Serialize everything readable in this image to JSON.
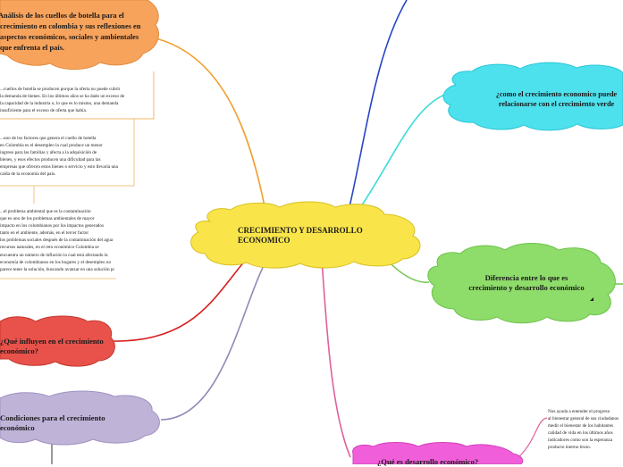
{
  "center": {
    "label": "CRECIMIENTO Y DESARROLLO ECONOMICO",
    "color": "#f9e44a"
  },
  "nodes": {
    "orange": {
      "label": "Análisis de los cuellos de botella para el crecimiento en colombia y sus reflexiones en aspectos económicos, sociales y ambientales que enfrenta el país.",
      "color": "#f7a35c"
    },
    "teal": {
      "label": "¿como el crecimiento economico puede relacionarse con el crecimiento verde",
      "color": "#4de1ee"
    },
    "green": {
      "label": "Diferencia entre lo que es crecimiento y desarrollo económico",
      "color": "#8edc6a"
    },
    "red": {
      "label": "¿Qué influyen en el crecimiento económico?",
      "color": "#e8524a"
    },
    "purple": {
      "label": "Condiciones para el crecimiento económico",
      "color": "#bfb3d8"
    },
    "magenta": {
      "label": "¿Qué es desarrollo económico?",
      "color": "#f05fd9"
    }
  },
  "notes": {
    "note1": "...cuellos de botella se producen porque la oferta no puede cubrir\nla demanda de bienes. En los últimos años se ha dado un exceso de\nla capacidad de la industria o, lo que es lo mismo, una demanda\ninsuficiente para el exceso de oferta que había.",
    "note2": "...uno de los factores que genera el cuello de botella\nen Colombia es el desempleo la cual produce un menor\ningreso para las familias y afecta a la adquisición de\nbienes, y esos efectos producen una dificultad para las\nempresas que ofrecen estos bienes o servicio y esto llevaría una\ncaída de la economía del país.",
    "note3": "...el problema ambiental que es la contaminación\nque es uno de los problemas ambientales de mayor\nimpacto en los colombianos por los impactos generados\ntanto en el ambiente, además, en el tercer factor\nlos problemas sociales después de la contaminación del agua\nrecursos naturales, en el reto económico Colombia se\nencuentra un número de inflación la cual está afectando la\neconomía de colombianos en los hogares y el desempleo no\nparece tener la solución, buscando avanzar en una solución posible.",
    "note4": "Nos ayuda a entender el progreso\nal bienestar general de sus ciudadanos\nmedir el bienestar de los habitantes\ncalidad de vida en los últimos años\nindicadores como son la esperanza\nproducto interno bruto."
  },
  "colors": {
    "orange_line": "#f0a030",
    "teal_line": "#3ddbd9",
    "blue_line": "#2545c4",
    "green_line": "#7cc65a",
    "red_line": "#d81e1e",
    "purple_line": "#9088b8",
    "pink_line": "#e0609a",
    "note_border": "#f3c485"
  }
}
